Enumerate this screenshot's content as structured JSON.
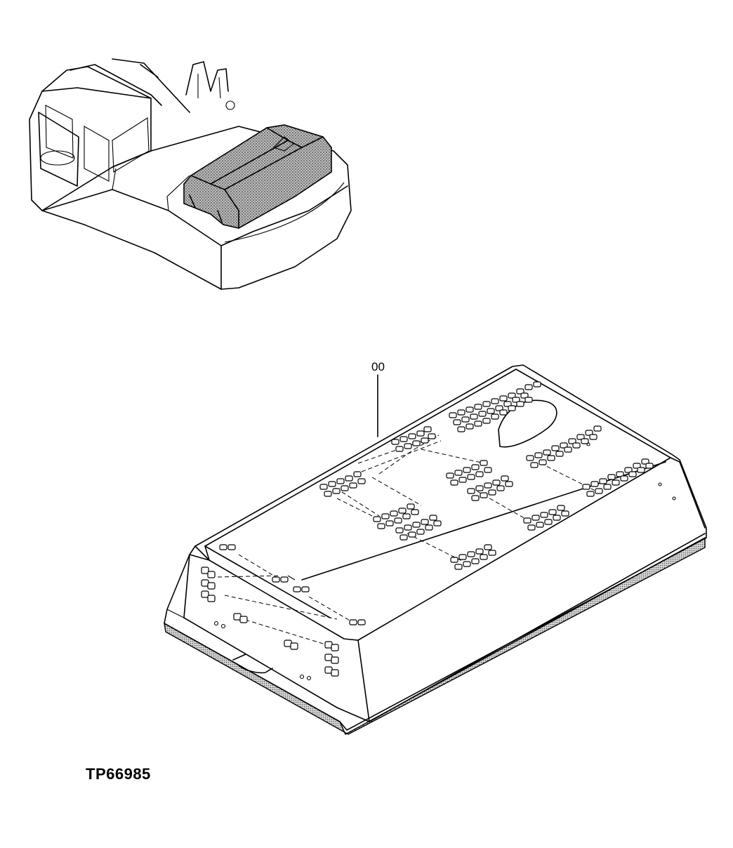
{
  "diagram": {
    "callout_label": "00",
    "drawing_id": "TP66985"
  },
  "icons": {
    "excavator_overview": "excavator-cab-and-hood-line-drawing",
    "hood_part": "engine-hood-cover-line-drawing"
  }
}
